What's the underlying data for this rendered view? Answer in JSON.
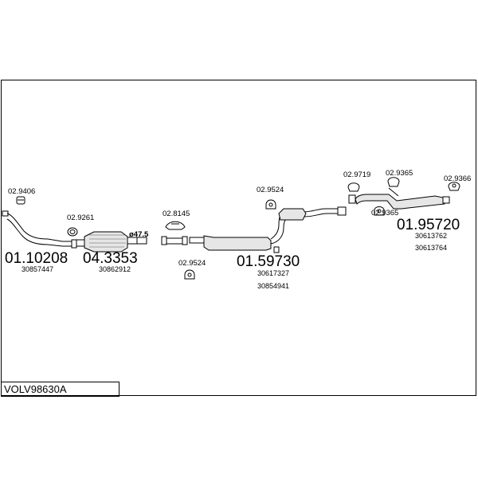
{
  "diagram_code": "VOLV98630A",
  "parts": {
    "front_pipe": {
      "number": "01.10208",
      "oe": "30857447"
    },
    "catalyst": {
      "number": "04.3353",
      "oe": "30862912",
      "diameter": "ø47.5"
    },
    "middle_silencer": {
      "number": "01.59730",
      "oe_1": "30617327",
      "oe_2": "30854941"
    },
    "rear_silencer": {
      "number": "01.95720",
      "oe_1": "30613762",
      "oe_2": "30613764"
    }
  },
  "accessories": {
    "a1": "02.9406",
    "a2": "02.9261",
    "a3": "02.8145",
    "a4": "02.9524",
    "a5": "02.9524",
    "a6": "02.9719",
    "a7": "02.9365",
    "a8": "02.9365",
    "a9": "02.9366"
  }
}
